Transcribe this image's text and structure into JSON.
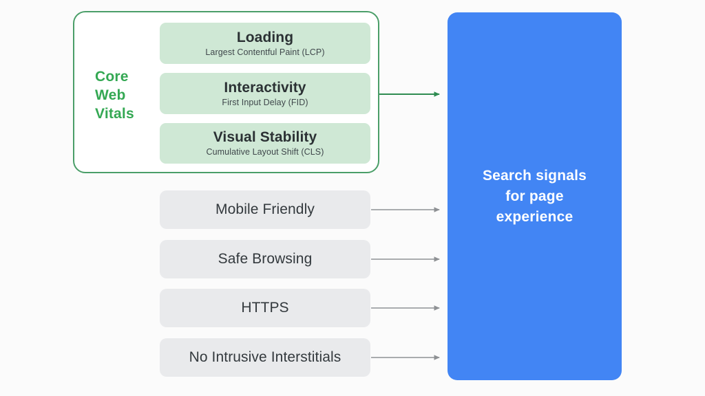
{
  "diagram": {
    "title": "Search signals for page experience",
    "background_color": "#fbfbfb",
    "core_web_vitals": {
      "label_lines": [
        "Core",
        "Web",
        "Vitals"
      ],
      "label_color": "#34a853",
      "border_color": "#4a9e68",
      "card_color": "#cfe8d5",
      "metrics": [
        {
          "title": "Loading",
          "subtitle": "Largest Contentful Paint (LCP)"
        },
        {
          "title": "Interactivity",
          "subtitle": "First Input Delay (FID)"
        },
        {
          "title": "Visual Stability",
          "subtitle": "Cumulative Layout Shift (CLS)"
        }
      ]
    },
    "other_signals": {
      "card_color": "#e9eaec",
      "items": [
        {
          "label": "Mobile Friendly"
        },
        {
          "label": "Safe Browsing"
        },
        {
          "label": "HTTPS"
        },
        {
          "label": "No Intrusive Interstitials"
        }
      ]
    },
    "destination": {
      "color": "#4285f4",
      "text_lines": [
        "Search signals",
        "for page",
        "experience"
      ]
    },
    "arrows": {
      "core_web_vitals_arrow_color": "#2e8b50",
      "signal_arrow_color": "#8e9194",
      "count": 5
    }
  }
}
